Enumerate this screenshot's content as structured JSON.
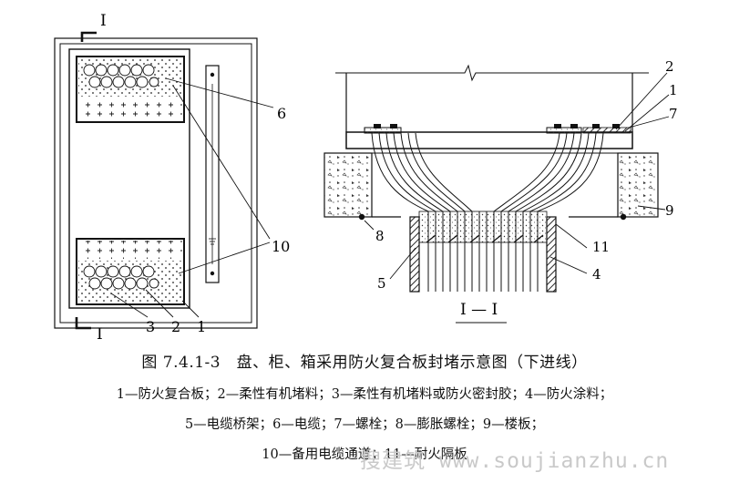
{
  "figure": {
    "title": "图 7.4.1-3　盘、柜、箱采用防火复合板封堵示意图（下进线）",
    "legend": [
      "1—防火复合板；2—柔性有机堵料；3—柔性有机堵料或防火密封胶；4—防火涂料；",
      "5—电缆桥架；6—电缆；7—螺栓；8—膨胀螺栓；9—楼板；",
      "10—备用电缆通道；11—耐火隔板"
    ]
  },
  "plan_view": {
    "section_marks": [
      "I",
      "I"
    ],
    "callouts": [
      "6",
      "10",
      "3",
      "2",
      "1"
    ]
  },
  "section_view": {
    "title": "I — I",
    "callouts": [
      "2",
      "1",
      "7",
      "9",
      "8",
      "11",
      "5",
      "4"
    ]
  },
  "watermark": "搜建筑 www.soujianzhu.cn"
}
